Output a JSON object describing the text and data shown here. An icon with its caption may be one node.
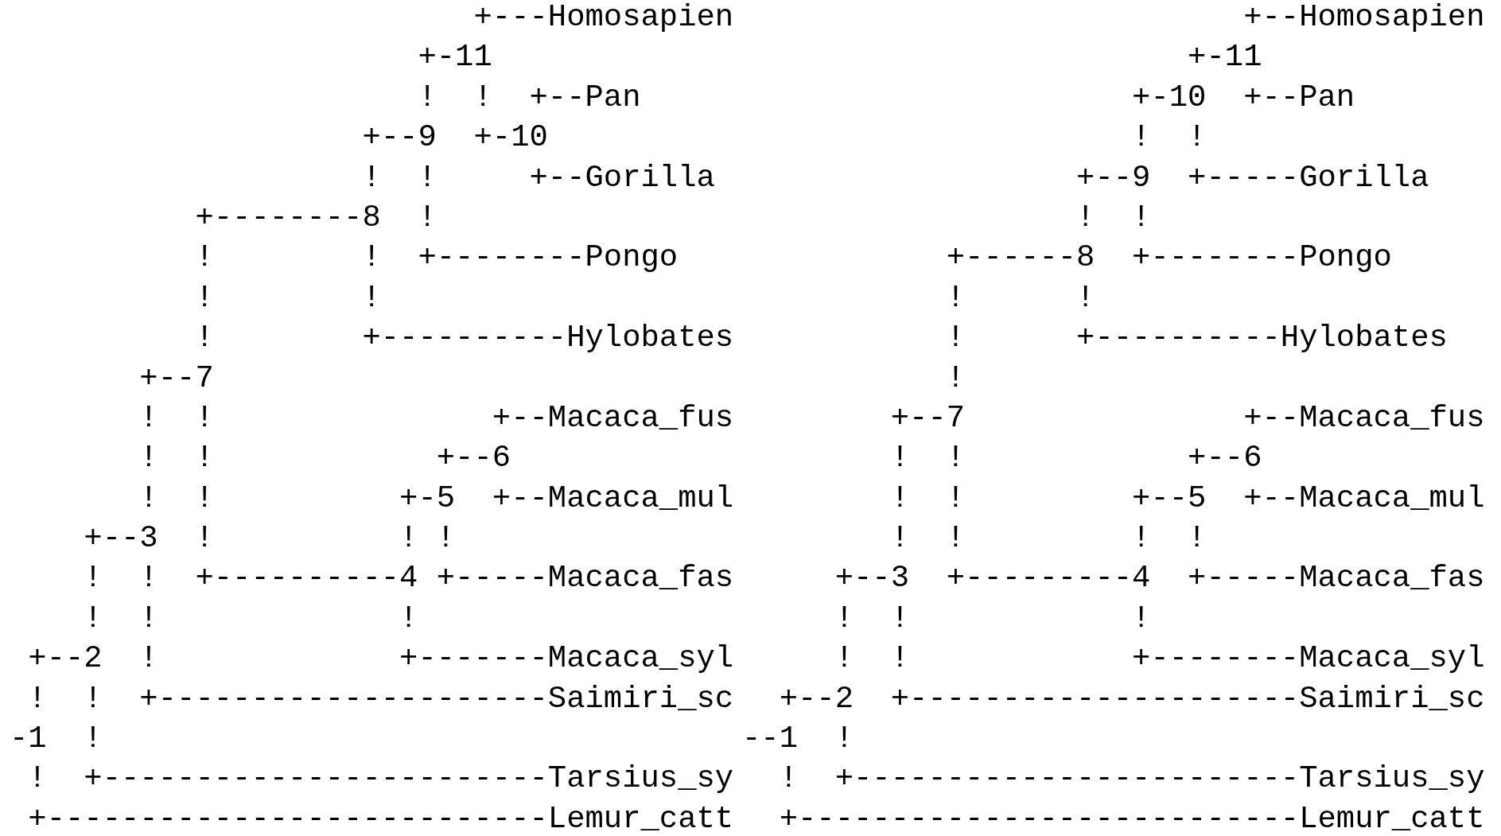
{
  "diagram": {
    "labels": [
      "                         +---Homosapien",
      "                      +-11",
      "                      !  !  +--Pan",
      "                   +--9  +-10",
      "                   !  !     +--Gorilla",
      "          +--------8  !",
      "          !        !  +--------Pongo",
      "          !        !",
      "          !        +----------Hylobates",
      "       +--7",
      "       !  !               +--Macaca_fus",
      "       !  !            +--6",
      "       !  !          +-5  +--Macaca_mul",
      "    +--3  !          ! !",
      "    !  !  +----------4 +-----Macaca_fas",
      "    !  !             !",
      " +--2  !             +-------Macaca_syl",
      " !  !  +---------------------Saimiri_sc",
      "-1  !",
      " !  +------------------------Tarsius_sy",
      " +---------------------------Lemur_catt",
      "                           +--Homosapien",
      "                        +-11",
      "                     +-10  +--Pan",
      "                     !  !",
      "                  +--9  +-----Gorilla",
      "                  !  !",
      "           +------8  +--------Pongo",
      "           !      !",
      "           !      +----------Hylobates",
      "           !",
      "        +--7               +--Macaca_fus",
      "        !  !            +--6",
      "        !  !         +--5  +--Macaca_mul",
      "        !  !         !  !",
      "     +--3  +---------4  +-----Macaca_fas",
      "     !  !            !",
      "     !  !            +--------Macaca_syl",
      "  +--2  +---------------------Saimiri_sc",
      "--1  !",
      "  !  +------------------------Tarsius_sy",
      "  +---------------------------Lemur_catt"
    ]
  }
}
